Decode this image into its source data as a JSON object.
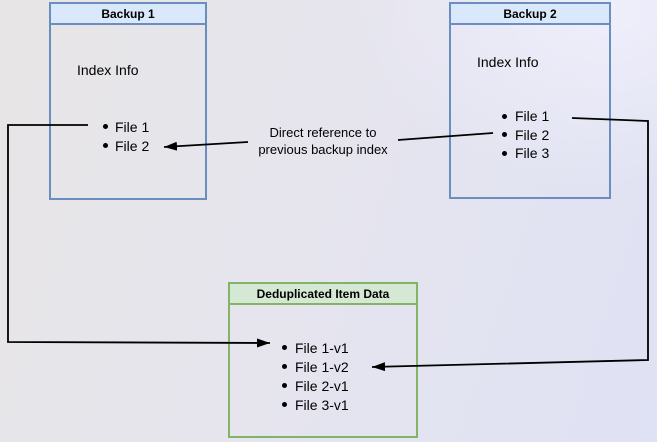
{
  "diagram": {
    "backup1": {
      "title": "Backup 1",
      "index_label": "Index Info",
      "files": [
        "File 1",
        "File 2"
      ]
    },
    "backup2": {
      "title": "Backup 2",
      "index_label": "Index Info",
      "files": [
        "File 1",
        "File 2",
        "File 3"
      ]
    },
    "dedup": {
      "title": "Deduplicated Item Data",
      "items": [
        "File 1-v1",
        "File 1-v2",
        "File 2-v1",
        "File 3-v1"
      ]
    },
    "annotation": {
      "line1": "Direct reference to",
      "line2": "previous backup index"
    },
    "colors": {
      "backup_header_fill": "#dae8fc",
      "backup_border": "#6c8ebf",
      "dedup_header_fill": "#d5e8d4",
      "dedup_border": "#82b366",
      "edge": "#000000",
      "canvas_left": "#e7e5e5",
      "canvas_right": "#dfe2f4"
    }
  }
}
